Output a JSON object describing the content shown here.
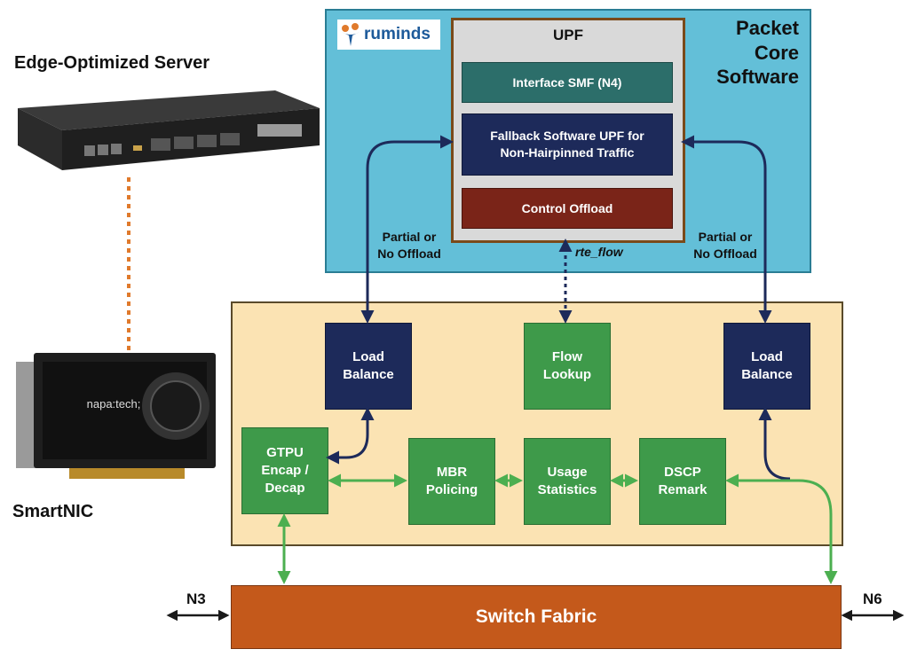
{
  "devices": {
    "server_label": "Edge-Optimized Server",
    "nic_label": "SmartNIC",
    "nic_brand": "napa:tech;"
  },
  "core": {
    "title": "Packet\nCore\nSoftware",
    "logo": "ruminds",
    "upf_title": "UPF",
    "interface_smf": "Interface SMF (N4)",
    "fallback": "Fallback Software UPF for\nNon-Hairpinned Traffic",
    "control_offload": "Control Offload",
    "partial_left": "Partial or\nNo Offload",
    "partial_right": "Partial or\nNo Offload",
    "rte_flow": "rte_flow"
  },
  "nic_blocks": {
    "lb_left": "Load\nBalance",
    "flow_lookup": "Flow\nLookup",
    "lb_right": "Load\nBalance",
    "gtpu": "GTPU\nEncap /\nDecap",
    "mbr": "MBR\nPolicing",
    "usage": "Usage\nStatistics",
    "dscp": "DSCP\nRemark"
  },
  "fabric": {
    "label": "Switch Fabric",
    "n3": "N3",
    "n6": "N6"
  },
  "colors": {
    "core_bg": "#63bfd8",
    "upf_bg": "#d9d9d9",
    "smf_bg": "#2c6e6a",
    "fallback_bg": "#1d2a5a",
    "control_bg": "#7a2418",
    "nic_bg": "#fbe3b3",
    "block_green": "#3e9a4a",
    "block_navy": "#1d2a5a",
    "fabric_bg": "#c4591b",
    "arrow_navy": "#1d2a5a",
    "arrow_green": "#4caf50",
    "dotted_orange": "#e07a2c"
  }
}
